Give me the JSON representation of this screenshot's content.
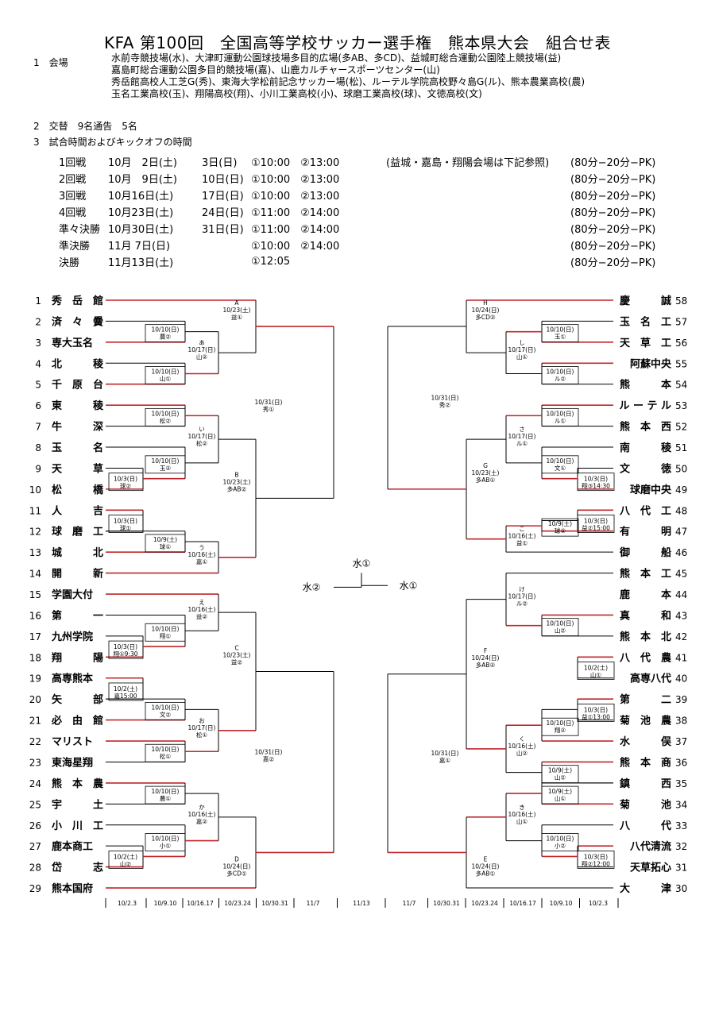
{
  "title": "KFA 第100回　全国高等学校サッカー選手権　熊本県大会　組合せ表",
  "venues": {
    "label": "1　会場",
    "lines": [
      "水前寺競技場(水)、大津町運動公園球技場多目的広場(多AB、多CD)、益城町総合運動公園陸上競技場(益)",
      "嘉島町総合運動公園多目的競技場(嘉)、山鹿カルチャースポーツセンター(山)",
      "秀岳館高校人工芝G(秀)、東海大学松前記念サッカー場(松)、ルーテル学院高校野々島G(ル)、熊本農業高校(農)",
      "玉名工業高校(玉)、翔陽高校(翔)、小川工業高校(小)、球磨工業高校(球)、文徳高校(文)"
    ]
  },
  "substitution": "2　交替　9名通告　5名",
  "schedule_heading": "3　試合時間およびキックオフの時間",
  "schedule": [
    {
      "round": "1回戦",
      "date1": "10月　2日(土)",
      "date2": "3日(日)",
      "times": "①10:00　②13:00",
      "note": "(益城・嘉島・翔陽会場は下記参照)",
      "format": "(80分−20分−PK)"
    },
    {
      "round": "2回戦",
      "date1": "10月　9日(土)",
      "date2": "10日(日)",
      "times": "①10:00　②13:00",
      "note": "",
      "format": "(80分−20分−PK)"
    },
    {
      "round": "3回戦",
      "date1": "10月16日(土)",
      "date2": "17日(日)",
      "times": "①10:00　②13:00",
      "note": "",
      "format": "(80分−20分−PK)"
    },
    {
      "round": "4回戦",
      "date1": "10月23日(土)",
      "date2": "24日(日)",
      "times": "①11:00　②14:00",
      "note": "",
      "format": "(80分−20分−PK)"
    },
    {
      "round": "準々決勝",
      "date1": "10月30日(土)",
      "date2": "31日(日)",
      "times": "①11:00　②14:00",
      "note": "",
      "format": "(80分−20分−PK)"
    },
    {
      "round": "準決勝",
      "date1": "11月 7日(日)",
      "date2": "",
      "times": "①10:00　②14:00",
      "note": "",
      "format": "(80分−20分−PK)"
    },
    {
      "round": "決勝",
      "date1": "11月13日(土)",
      "date2": "",
      "times": "①12:05",
      "note": "",
      "format": "(80分−20分−PK)"
    }
  ],
  "left_teams": [
    {
      "no": "1",
      "name": "秀　岳　館"
    },
    {
      "no": "2",
      "name": "済　々　黌"
    },
    {
      "no": "3",
      "name": "専大玉名"
    },
    {
      "no": "4",
      "name": "北　　　稜"
    },
    {
      "no": "5",
      "name": "千　原　台"
    },
    {
      "no": "6",
      "name": "東　　　稜"
    },
    {
      "no": "7",
      "name": "牛　　　深"
    },
    {
      "no": "8",
      "name": "玉　　　名"
    },
    {
      "no": "9",
      "name": "天　　　草"
    },
    {
      "no": "10",
      "name": "松　　　橋"
    },
    {
      "no": "11",
      "name": "人　　　吉"
    },
    {
      "no": "12",
      "name": "球　磨　工"
    },
    {
      "no": "13",
      "name": "城　　　北"
    },
    {
      "no": "14",
      "name": "開　　　新"
    },
    {
      "no": "15",
      "name": "学園大付"
    },
    {
      "no": "16",
      "name": "第　　　一"
    },
    {
      "no": "17",
      "name": "九州学院"
    },
    {
      "no": "18",
      "name": "翔　　　陽"
    },
    {
      "no": "19",
      "name": "高専熊本"
    },
    {
      "no": "20",
      "name": "矢　　　部"
    },
    {
      "no": "21",
      "name": "必　由　館"
    },
    {
      "no": "22",
      "name": "マリスト"
    },
    {
      "no": "23",
      "name": "東海星翔"
    },
    {
      "no": "24",
      "name": "熊　本　農"
    },
    {
      "no": "25",
      "name": "宇　　　土"
    },
    {
      "no": "26",
      "name": "小　川　工"
    },
    {
      "no": "27",
      "name": "鹿本商工"
    },
    {
      "no": "28",
      "name": "岱　　　志"
    },
    {
      "no": "29",
      "name": "熊本国府"
    }
  ],
  "right_teams": [
    {
      "no": "58",
      "name": "慶　　　誠"
    },
    {
      "no": "57",
      "name": "玉　名　工"
    },
    {
      "no": "56",
      "name": "天　草　工"
    },
    {
      "no": "55",
      "name": "阿蘇中央"
    },
    {
      "no": "54",
      "name": "熊　　　本"
    },
    {
      "no": "53",
      "name": "ル ー テ ル"
    },
    {
      "no": "52",
      "name": "熊　本　西"
    },
    {
      "no": "51",
      "name": "南　　　稜"
    },
    {
      "no": "50",
      "name": "文　　　徳"
    },
    {
      "no": "49",
      "name": "球磨中央"
    },
    {
      "no": "48",
      "name": "八　代　工"
    },
    {
      "no": "47",
      "name": "有　　　明"
    },
    {
      "no": "46",
      "name": "御　　　船"
    },
    {
      "no": "45",
      "name": "熊　本　工"
    },
    {
      "no": "44",
      "name": "鹿　　　本"
    },
    {
      "no": "43",
      "name": "真　　　和"
    },
    {
      "no": "42",
      "name": "熊　本　北"
    },
    {
      "no": "41",
      "name": "八　代　農"
    },
    {
      "no": "40",
      "name": "高専八代"
    },
    {
      "no": "39",
      "name": "第　　　二"
    },
    {
      "no": "38",
      "name": "菊　池　農"
    },
    {
      "no": "37",
      "name": "水　　　俣"
    },
    {
      "no": "36",
      "name": "熊　本　商"
    },
    {
      "no": "35",
      "name": "鎮　　　西"
    },
    {
      "no": "34",
      "name": "菊　　　池"
    },
    {
      "no": "33",
      "name": "八　　　代"
    },
    {
      "no": "32",
      "name": "八代清流"
    },
    {
      "no": "31",
      "name": "天草拓心"
    },
    {
      "no": "30",
      "name": "大　　　津"
    }
  ],
  "match_labels": {
    "L_r1_a": [
      "10/3(日)",
      "球②"
    ],
    "L_r1_b": [
      "10/3(日)",
      "球①"
    ],
    "L_r1_c": [
      "10/3(日)",
      "翔①9:30"
    ],
    "L_r1_d": [
      "10/2(土)",
      "嘉15:00"
    ],
    "L_r1_e": [
      "10/2(土)",
      "山②"
    ],
    "R_r1_a": [
      "10/3(日)",
      "翔③14:30"
    ],
    "R_r1_b": [
      "10/3(日)",
      "益②15:00"
    ],
    "R_r1_c": [
      "10/2(土)",
      "山①"
    ],
    "R_r1_d": [
      "10/3(日)",
      "益①13:00"
    ],
    "R_r1_e": [
      "10/3(日)",
      "翔②12:00"
    ],
    "L_r2_1": [
      "10/10(日)",
      "農②"
    ],
    "L_r2_2": [
      "10/10(日)",
      "山①"
    ],
    "L_r2_3": [
      "10/10(日)",
      "松②"
    ],
    "L_r2_4": [
      "10/10(日)",
      "玉②"
    ],
    "L_r2_5": [
      "10/9(土)",
      "球①"
    ],
    "L_r2_6": [
      "10/10(日)",
      "翔①"
    ],
    "L_r2_7": [
      "10/10(日)",
      "文②"
    ],
    "L_r2_8": [
      "10/10(日)",
      "松①"
    ],
    "L_r2_9": [
      "10/10(日)",
      "農①"
    ],
    "L_r2_10": [
      "10/10(日)",
      "小①"
    ],
    "R_r2_1": [
      "10/10(日)",
      "玉①"
    ],
    "R_r2_2": [
      "10/10(日)",
      "ル②"
    ],
    "R_r2_3": [
      "10/10(日)",
      "ル①"
    ],
    "R_r2_4": [
      "10/10(日)",
      "文①"
    ],
    "R_r2_5": [
      "10/9(土)",
      "球②"
    ],
    "R_r2_6": [
      "10/10(日)",
      "山②"
    ],
    "R_r2_7": [
      "10/10(日)",
      "翔②"
    ],
    "R_r2_8": [
      "10/9(土)",
      "山②"
    ],
    "R_r2_9": [
      "10/9(土)",
      "山①"
    ],
    "R_r2_10": [
      "10/10(日)",
      "小②"
    ],
    "L_r3_a": [
      "あ",
      "10/17(日)",
      "山②"
    ],
    "L_r3_i": [
      "い",
      "10/17(日)",
      "松②"
    ],
    "L_r3_u": [
      "う",
      "10/16(土)",
      "嘉①"
    ],
    "L_r3_e": [
      "え",
      "10/16(土)",
      "益②"
    ],
    "L_r3_o": [
      "お",
      "10/17(日)",
      "松①"
    ],
    "L_r3_ka": [
      "か",
      "10/16(土)",
      "嘉②"
    ],
    "R_r3_shi": [
      "し",
      "10/17(日)",
      "山①"
    ],
    "R_r3_sa": [
      "さ",
      "10/17(日)",
      "ル①"
    ],
    "R_r3_ko": [
      "こ",
      "10/16(土)",
      "益①"
    ],
    "R_r3_ke": [
      "け",
      "10/17(日)",
      "ル②"
    ],
    "R_r3_ku": [
      "く",
      "10/16(土)",
      "山②"
    ],
    "R_r3_ki": [
      "き",
      "10/16(土)",
      "山①"
    ],
    "L_r4_A": [
      "A",
      "10/23(土)",
      "益①"
    ],
    "L_r4_B": [
      "B",
      "10/23(土)",
      "多AB②"
    ],
    "L_r4_C": [
      "C",
      "10/23(土)",
      "益②"
    ],
    "L_r4_D": [
      "D",
      "10/24(日)",
      "多CD①"
    ],
    "R_r4_H": [
      "H",
      "10/24(日)",
      "多CD②"
    ],
    "R_r4_G": [
      "G",
      "10/23(土)",
      "多AB①"
    ],
    "R_r4_F": [
      "F",
      "10/24(日)",
      "多AB②"
    ],
    "R_r4_E": [
      "E",
      "10/24(日)",
      "多AB①"
    ],
    "L_qf_1": [
      "10/31(日)",
      "秀①"
    ],
    "L_qf_2": [
      "10/31(日)",
      "嘉②"
    ],
    "R_qf_1": [
      "10/31(日)",
      "秀②"
    ],
    "R_qf_2": [
      "10/31(日)",
      "嘉①"
    ],
    "L_sf": "水②",
    "R_sf": "水①",
    "final": "水①"
  },
  "date_row": [
    "10/2.3",
    "10/9.10",
    "10/16.17",
    "10/23.24",
    "10/30.31",
    "11/7",
    "11/13",
    "11/7",
    "10/30.31",
    "10/23.24",
    "10/16.17",
    "10/9.10",
    "10/2.3"
  ],
  "colors": {
    "winner_line": "#c0272d",
    "line": "#000000"
  }
}
